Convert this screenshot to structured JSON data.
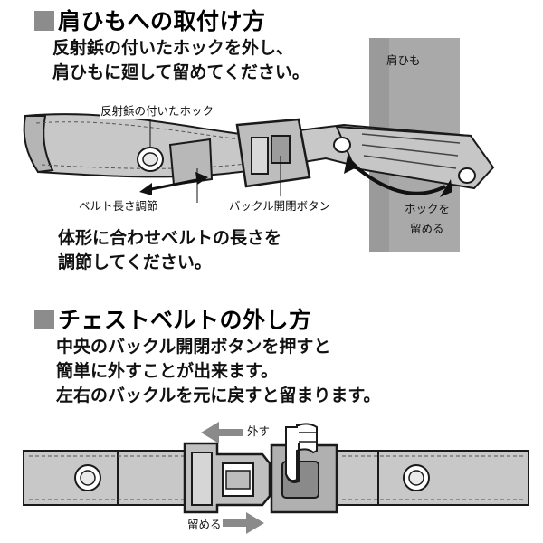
{
  "section1": {
    "heading": "肩ひもへの取付け方",
    "instruction_lines": [
      "反射鋲の付いたホックを外し、",
      "肩ひもに廻して留めてください。"
    ],
    "labels": {
      "strap": "肩ひも",
      "hook": "反射鋲の付いたホック",
      "belt_adjust": "ベルト長さ調節",
      "buckle_button": "バックル開閉ボタン",
      "fasten_hook_line1": "ホックを",
      "fasten_hook_line2": "留める"
    },
    "adjust_lines": [
      "体形に合わせベルトの長さを",
      "調節してください。"
    ]
  },
  "section2": {
    "heading": "チェストベルトの外し方",
    "instruction_lines": [
      "中央のバックル開閉ボタンを押すと",
      "簡単に外すことが出来ます。",
      "左右のバックルを元に戻すと留まります。"
    ],
    "labels": {
      "release": "外す",
      "fasten": "留める"
    }
  },
  "colors": {
    "belt": "#c8c8c8",
    "belt_dark": "#8a8a8a",
    "strap": "#a9a9a9",
    "outline": "#1a1a1a",
    "heading_square": "#8c8c8c"
  }
}
